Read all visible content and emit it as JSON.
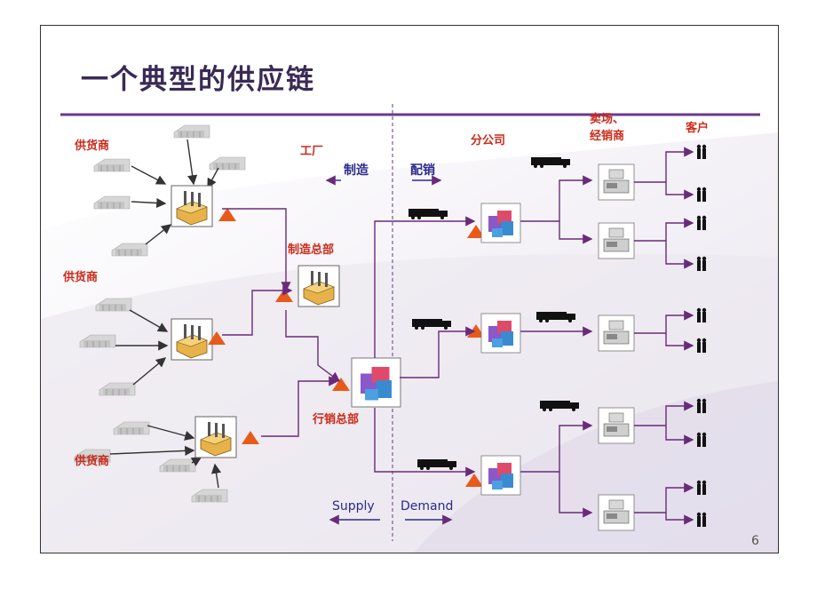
{
  "title": "一个典型的供应链",
  "labels": {
    "supplier_1": "供货商",
    "supplier_2": "供货商",
    "supplier_3": "供货商",
    "factory": "工厂",
    "manufacturing_hq": "制造总部",
    "marketing_hq": "行销总部",
    "branch": "分公司",
    "retailer_line1": "卖场、",
    "retailer_line2": "经销商",
    "customer": "客户"
  },
  "flow": {
    "manufacture": "制造",
    "distribute": "配销",
    "supply": "Supply",
    "demand": "Demand"
  },
  "page_number": "6",
  "colors": {
    "title": "#3a2a55",
    "label_red": "#cc2a1a",
    "connector": "#6a2a7a",
    "triangle": "#e85a1a",
    "flow_text": "#2a2a8a"
  }
}
